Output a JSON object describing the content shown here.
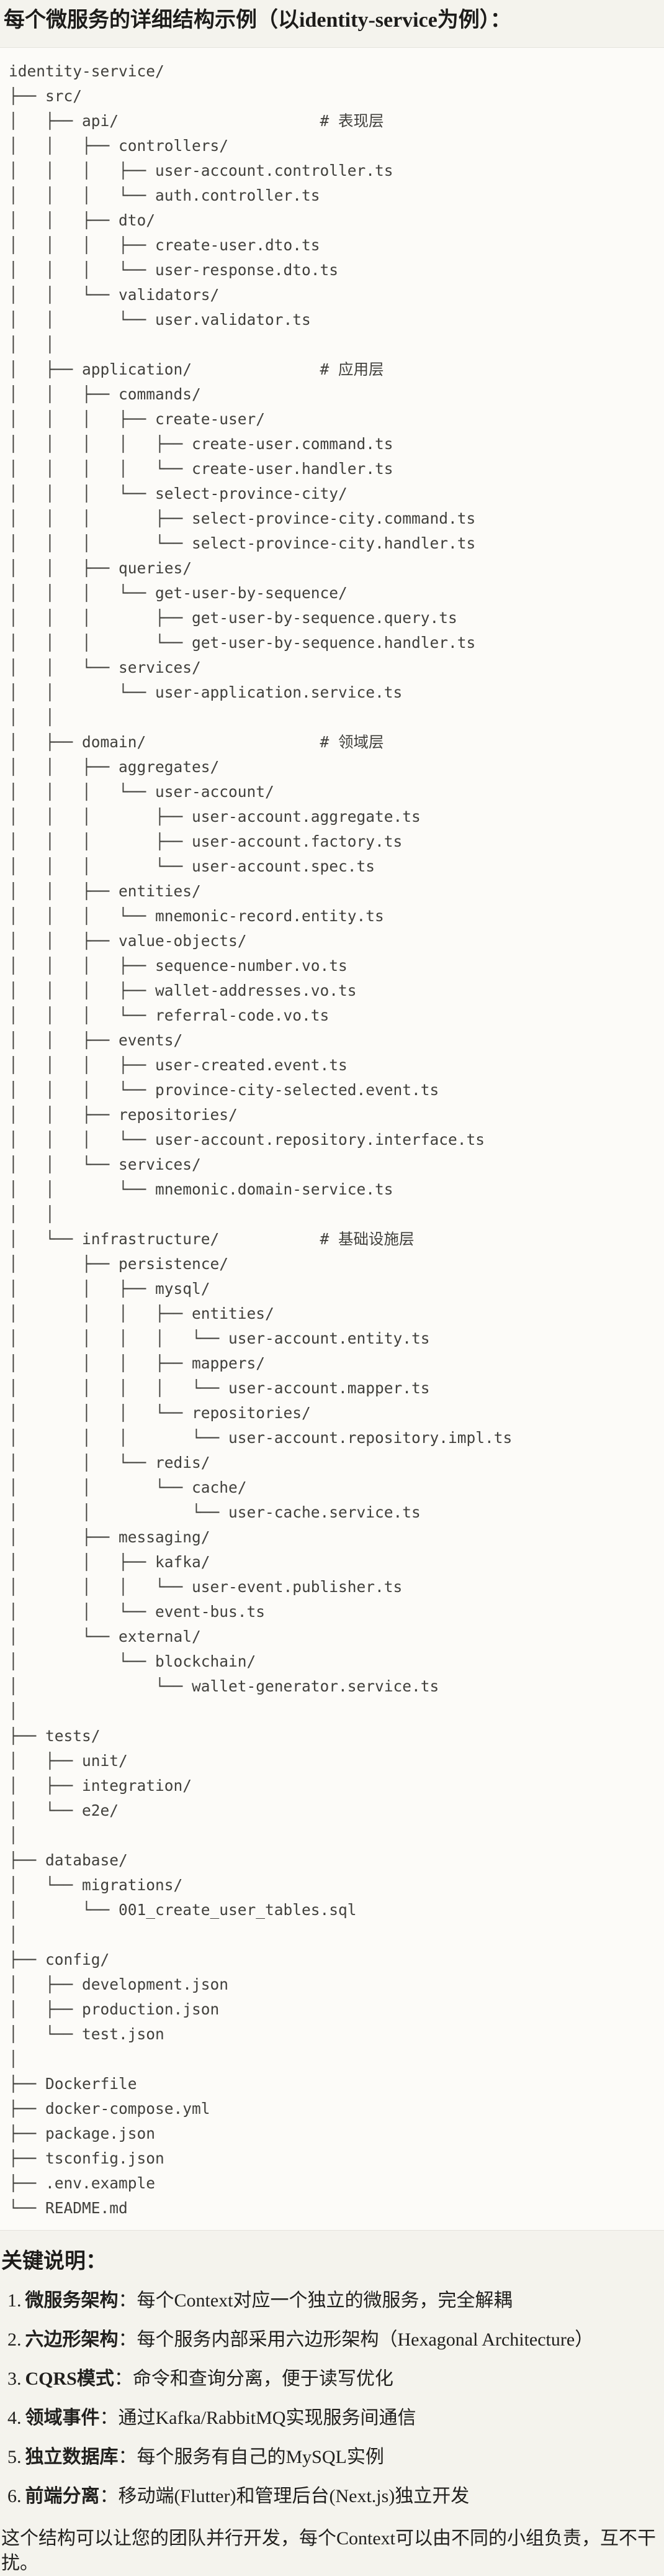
{
  "colors": {
    "page_bg": "#f4f3ed",
    "code_bg": "#fcfbf8",
    "border": "#e5e3dc",
    "tree_text": "#41403c",
    "body_text": "#21201e",
    "title_text": "#1d1c1a"
  },
  "title": "每个微服务的详细结构示例（以identity-service为例）：",
  "tree": {
    "lines": [
      "identity-service/",
      "├── src/",
      "│   ├── api/                      # 表现层",
      "│   │   ├── controllers/",
      "│   │   │   ├── user-account.controller.ts",
      "│   │   │   └── auth.controller.ts",
      "│   │   ├── dto/",
      "│   │   │   ├── create-user.dto.ts",
      "│   │   │   └── user-response.dto.ts",
      "│   │   └── validators/",
      "│   │       └── user.validator.ts",
      "│   │",
      "│   ├── application/              # 应用层",
      "│   │   ├── commands/",
      "│   │   │   ├── create-user/",
      "│   │   │   │   ├── create-user.command.ts",
      "│   │   │   │   └── create-user.handler.ts",
      "│   │   │   └── select-province-city/",
      "│   │   │       ├── select-province-city.command.ts",
      "│   │   │       └── select-province-city.handler.ts",
      "│   │   ├── queries/",
      "│   │   │   └── get-user-by-sequence/",
      "│   │   │       ├── get-user-by-sequence.query.ts",
      "│   │   │       └── get-user-by-sequence.handler.ts",
      "│   │   └── services/",
      "│   │       └── user-application.service.ts",
      "│   │",
      "│   ├── domain/                   # 领域层",
      "│   │   ├── aggregates/",
      "│   │   │   └── user-account/",
      "│   │   │       ├── user-account.aggregate.ts",
      "│   │   │       ├── user-account.factory.ts",
      "│   │   │       └── user-account.spec.ts",
      "│   │   ├── entities/",
      "│   │   │   └── mnemonic-record.entity.ts",
      "│   │   ├── value-objects/",
      "│   │   │   ├── sequence-number.vo.ts",
      "│   │   │   ├── wallet-addresses.vo.ts",
      "│   │   │   └── referral-code.vo.ts",
      "│   │   ├── events/",
      "│   │   │   ├── user-created.event.ts",
      "│   │   │   └── province-city-selected.event.ts",
      "│   │   ├── repositories/",
      "│   │   │   └── user-account.repository.interface.ts",
      "│   │   └── services/",
      "│   │       └── mnemonic.domain-service.ts",
      "│   │",
      "│   └── infrastructure/           # 基础设施层",
      "│       ├── persistence/",
      "│       │   ├── mysql/",
      "│       │   │   ├── entities/",
      "│       │   │   │   └── user-account.entity.ts",
      "│       │   │   ├── mappers/",
      "│       │   │   │   └── user-account.mapper.ts",
      "│       │   │   └── repositories/",
      "│       │   │       └── user-account.repository.impl.ts",
      "│       │   └── redis/",
      "│       │       └── cache/",
      "│       │           └── user-cache.service.ts",
      "│       ├── messaging/",
      "│       │   ├── kafka/",
      "│       │   │   └── user-event.publisher.ts",
      "│       │   └── event-bus.ts",
      "│       └── external/",
      "│           └── blockchain/",
      "│               └── wallet-generator.service.ts",
      "│",
      "├── tests/",
      "│   ├── unit/",
      "│   ├── integration/",
      "│   └── e2e/",
      "│",
      "├── database/",
      "│   └── migrations/",
      "│       └── 001_create_user_tables.sql",
      "│",
      "├── config/",
      "│   ├── development.json",
      "│   ├── production.json",
      "│   └── test.json",
      "│",
      "├── Dockerfile",
      "├── docker-compose.yml",
      "├── package.json",
      "├── tsconfig.json",
      "├── .env.example",
      "└── README.md"
    ]
  },
  "notes": {
    "heading": "关键说明：",
    "items": [
      {
        "num": "1.",
        "label": "微服务架构",
        "rest": "：每个Context对应一个独立的微服务，完全解耦"
      },
      {
        "num": "2.",
        "label": "六边形架构",
        "rest": "：每个服务内部采用六边形架构（Hexagonal Architecture）"
      },
      {
        "num": "3.",
        "label": "CQRS模式",
        "rest": "：命令和查询分离，便于读写优化"
      },
      {
        "num": "4.",
        "label": "领域事件",
        "rest": "：通过Kafka/RabbitMQ实现服务间通信"
      },
      {
        "num": "5.",
        "label": "独立数据库",
        "rest": "：每个服务有自己的MySQL实例"
      },
      {
        "num": "6.",
        "label": "前端分离",
        "rest": "：移动端(Flutter)和管理后台(Next.js)独立开发"
      }
    ],
    "footer": "这个结构可以让您的团队并行开发，每个Context可以由不同的小组负责，互不干扰。"
  }
}
